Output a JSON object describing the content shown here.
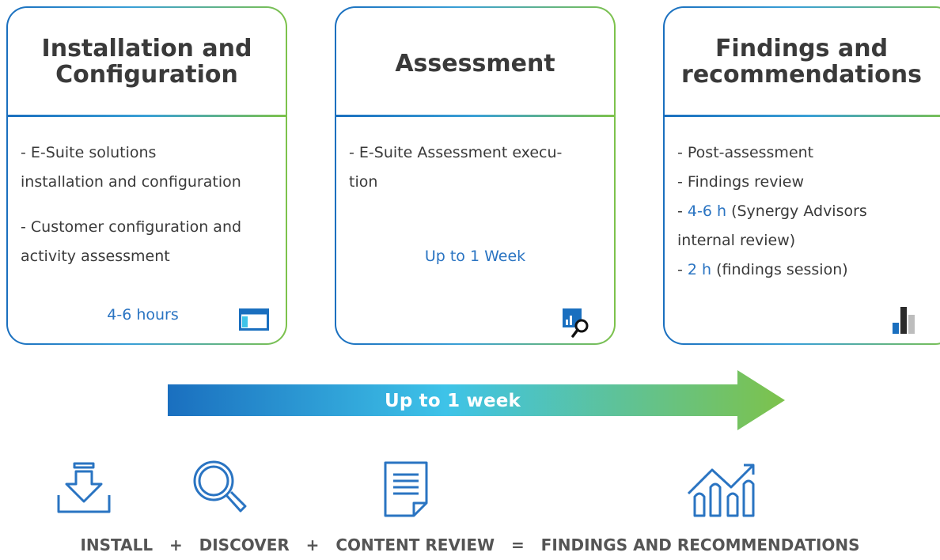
{
  "cards": [
    {
      "title": "Installation and Configuration",
      "body": {
        "lines_a": [
          "- E-Suite solutions",
          "installation and configuration"
        ],
        "lines_b": [
          "- Customer configuration and",
          "activity assessment"
        ]
      },
      "duration": "4-6 hours",
      "icon": "window-icon"
    },
    {
      "title": "Assessment",
      "body": {
        "lines_a": [
          "- E-Suite Assessment execu-",
          "tion"
        ]
      },
      "duration": "Up to 1 Week",
      "icon": "chart-magnifier-icon"
    },
    {
      "title": "Findings and recommendations",
      "body": {
        "line1": "- Post-assessment",
        "line2": "- Findings review",
        "line3_prefix": "- ",
        "line3_hl": "4-6 h",
        "line3_rest": " (Synergy Advisors",
        "line4": "internal review)",
        "line5_prefix": "- ",
        "line5_hl": "2 h",
        "line5_rest": " (findings session)"
      },
      "icon": "bar-chart-icon"
    }
  ],
  "timeline": {
    "label": "Up to 1 week"
  },
  "formula": {
    "term1": "INSTALL",
    "op1": "+",
    "term2": "DISCOVER",
    "op2": "+",
    "term3": "CONTENT REVIEW",
    "op3": "=",
    "result": "FINDINGS AND RECOMMENDATIONS"
  },
  "icons": [
    "download-icon",
    "search-icon",
    "document-icon",
    "analytics-house-icon"
  ],
  "colors": {
    "blue": "#1a6fbf",
    "cyan": "#3ec3e8",
    "green": "#7dc24b",
    "accent_text": "#2a74c2"
  }
}
